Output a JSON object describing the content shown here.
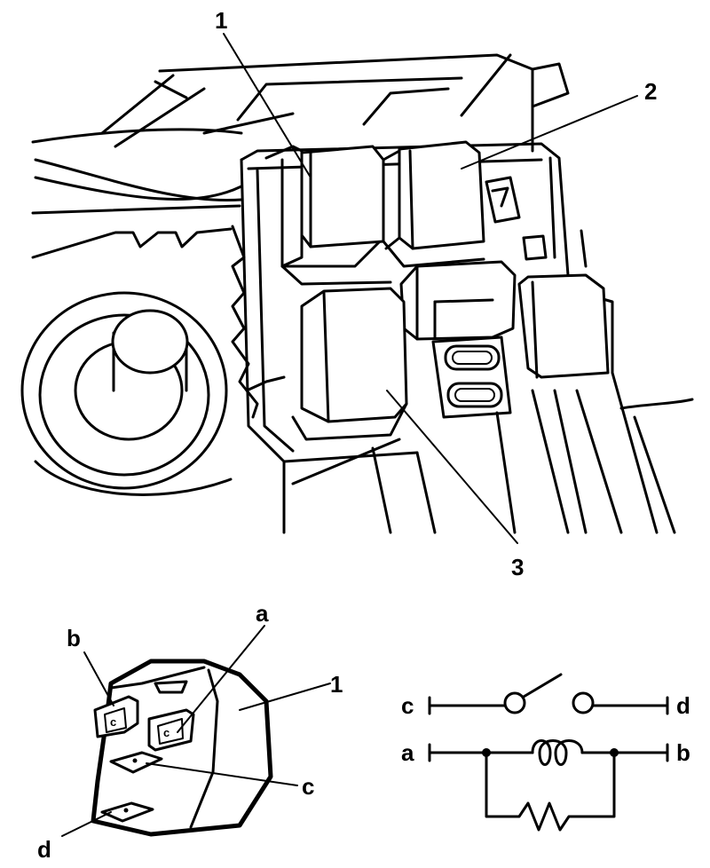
{
  "callouts": {
    "one": "1",
    "two": "2",
    "three": "3",
    "relay_one": "1"
  },
  "relay_terminals": {
    "a": "a",
    "b": "b",
    "c": "c",
    "d": "d",
    "pin_mark": "c"
  },
  "schematic": {
    "c": "c",
    "d": "d",
    "a": "a",
    "b": "b"
  }
}
